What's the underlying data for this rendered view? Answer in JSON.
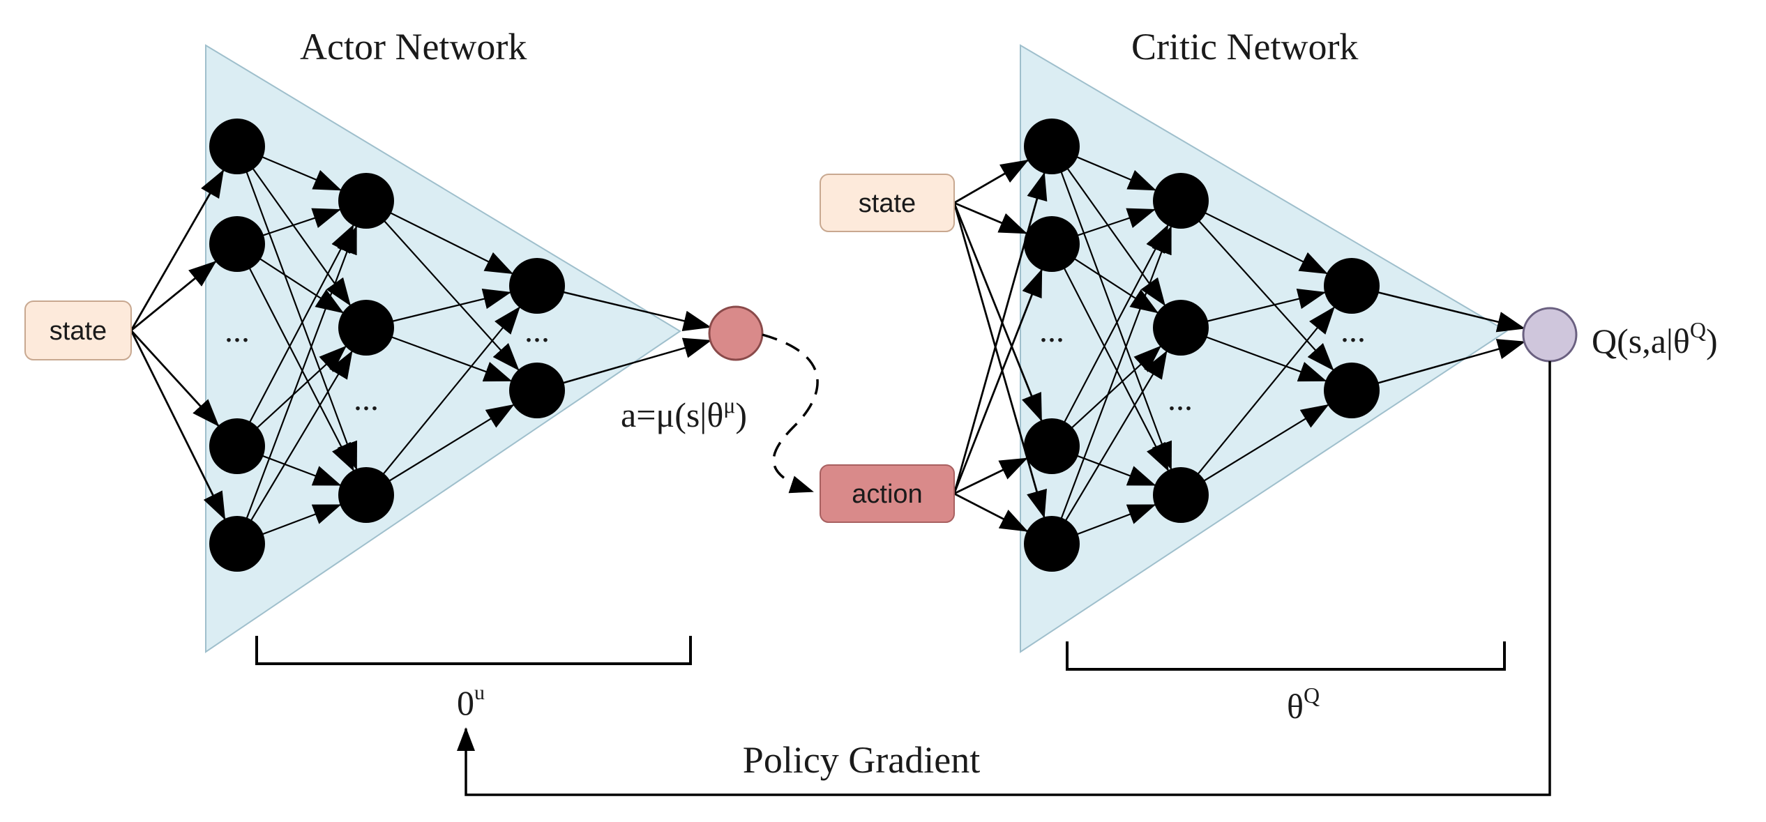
{
  "actor": {
    "title": "Actor Network",
    "input_label": "state",
    "ellipsis": "...",
    "output_formula": "a=μ(s|θ",
    "output_formula_sup": "μ",
    "output_formula_close": ")",
    "param_base": "0",
    "param_sup": "u"
  },
  "critic": {
    "title": "Critic Network",
    "input_state_label": "state",
    "input_action_label": "action",
    "ellipsis": "...",
    "output_formula": "Q(s,a|θ",
    "output_formula_sup": "Q",
    "output_formula_close": ")",
    "param_base": "θ",
    "param_sup": "Q"
  },
  "feedback": {
    "label": "Policy Gradient"
  },
  "colors": {
    "triangle_fill": "#dbedf3",
    "triangle_stroke": "#9fbfcc",
    "state_fill": "#fdeadb",
    "state_stroke": "#c8a890",
    "action_fill": "#d98a8a",
    "action_stroke": "#a86060",
    "actor_output_fill": "#d98a8a",
    "critic_output_fill": "#cfc6dc",
    "neuron_fill": "#000000",
    "line": "#000000"
  }
}
